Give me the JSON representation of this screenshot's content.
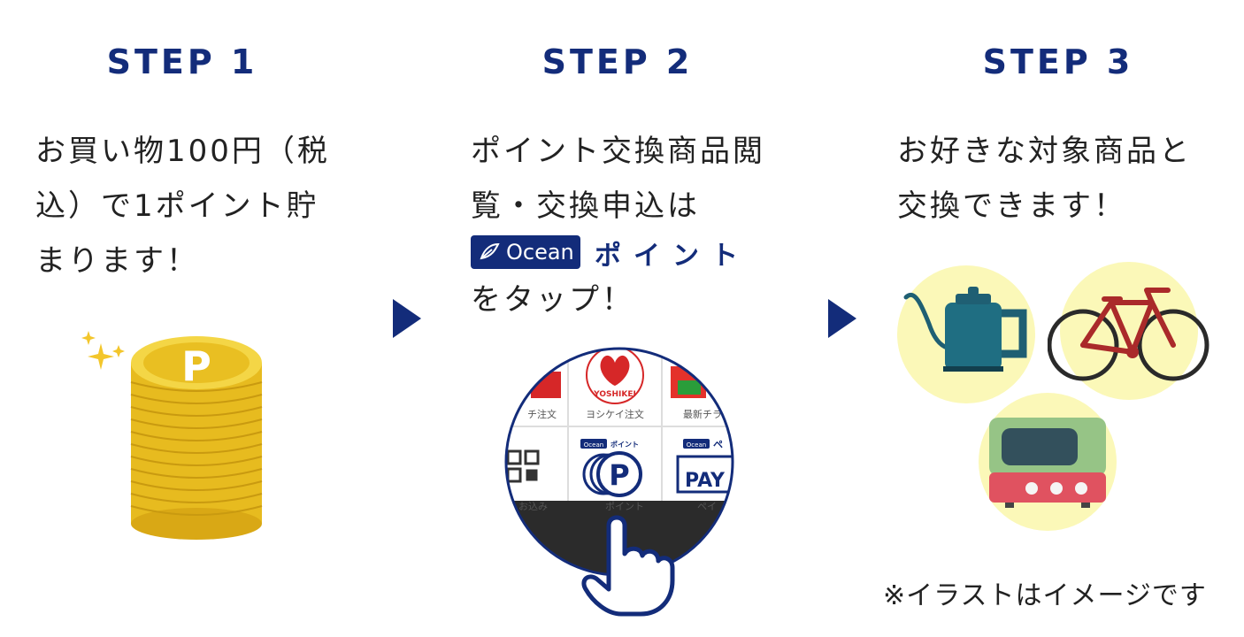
{
  "steps": [
    {
      "title": "STEP 1",
      "lines": [
        "お買い物100円（税",
        "込）で1ポイント貯",
        "まります！"
      ]
    },
    {
      "title": "STEP 2",
      "lines": [
        "ポイント交換商品閲",
        "覧・交換申込は"
      ],
      "badge_text": "Ocean",
      "point_text": "ポイント",
      "tap_text": "をタップ！",
      "app_cells": {
        "top_left": "チ注文",
        "yoshikei_logo": "YOSHIKEI",
        "top_middle": "ヨシケイ注文",
        "top_right": "最新チラ",
        "mini_badge": "Ocean",
        "mini_point": "ポイント",
        "mini_right": "ペ",
        "bottom_left": "お込み",
        "bottom_middle": "ポイント",
        "bottom_right": "ペイ",
        "pay_text": "PAY"
      }
    },
    {
      "title": "STEP 3",
      "lines": [
        "お好きな対象商品と",
        "交換できます！"
      ]
    }
  ],
  "coin_letter": "P",
  "note": "※イラストはイメージです",
  "colors": {
    "navy": "#132c7a",
    "coin": "#e8c332",
    "circle_bg": "#fbf8b8"
  }
}
